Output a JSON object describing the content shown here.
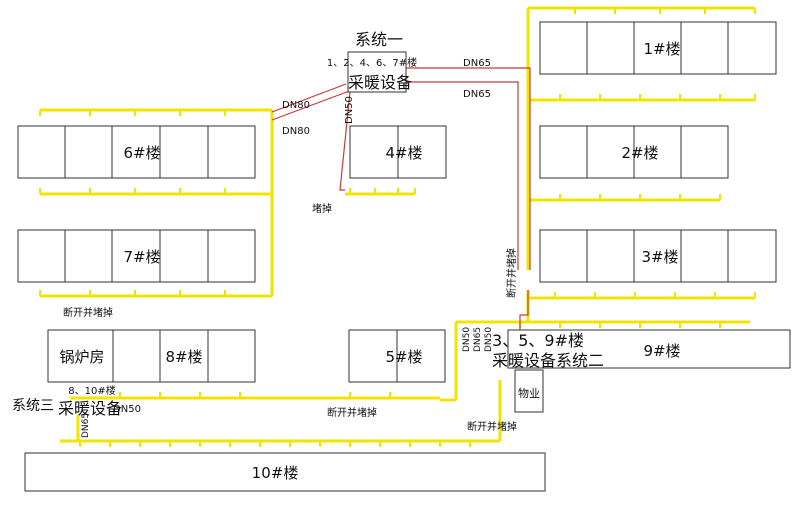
{
  "colors": {
    "pipe_yellow": "#f2e400",
    "pipe_red": "#c83a3a",
    "outline": "#333333"
  },
  "buildings": {
    "b1": "1#楼",
    "b2": "2#楼",
    "b3": "3#楼",
    "b4": "4#楼",
    "b5": "5#楼",
    "b6": "6#楼",
    "b7": "7#楼",
    "b8": "8#楼",
    "b9": "9#楼",
    "b10": "10#楼",
    "boiler": "锅炉房",
    "property": "物业"
  },
  "systems": {
    "s1_title": "系统一",
    "s1_serves": "1、2、4、6、7#楼",
    "s1_equipment": "采暖设备",
    "s2_serves": "3、5、9#楼",
    "s2_equipment": "采暖设备系统二",
    "s3_serves": "8、10#楼",
    "s3_title": "系统三",
    "s3_equipment": "采暖设备"
  },
  "pipes": {
    "dn65_a": "DN65",
    "dn65_b": "DN65",
    "dn80_a": "DN80",
    "dn80_b": "DN80",
    "dn50_vertical": "DN50",
    "dn50_s2_a": "DN50",
    "dn65_s2": "DN65",
    "dn50_s2_b": "DN50",
    "dn50_s3": "DN50",
    "dn65_s3": "DN65"
  },
  "notes": {
    "plug": "堵掉",
    "cut_plug_1": "断开并堵掉",
    "cut_plug_2": "断开并堵掉",
    "cut_plug_3": "断开并堵掉",
    "cut_plug_vertical": "断开并堵掉"
  }
}
